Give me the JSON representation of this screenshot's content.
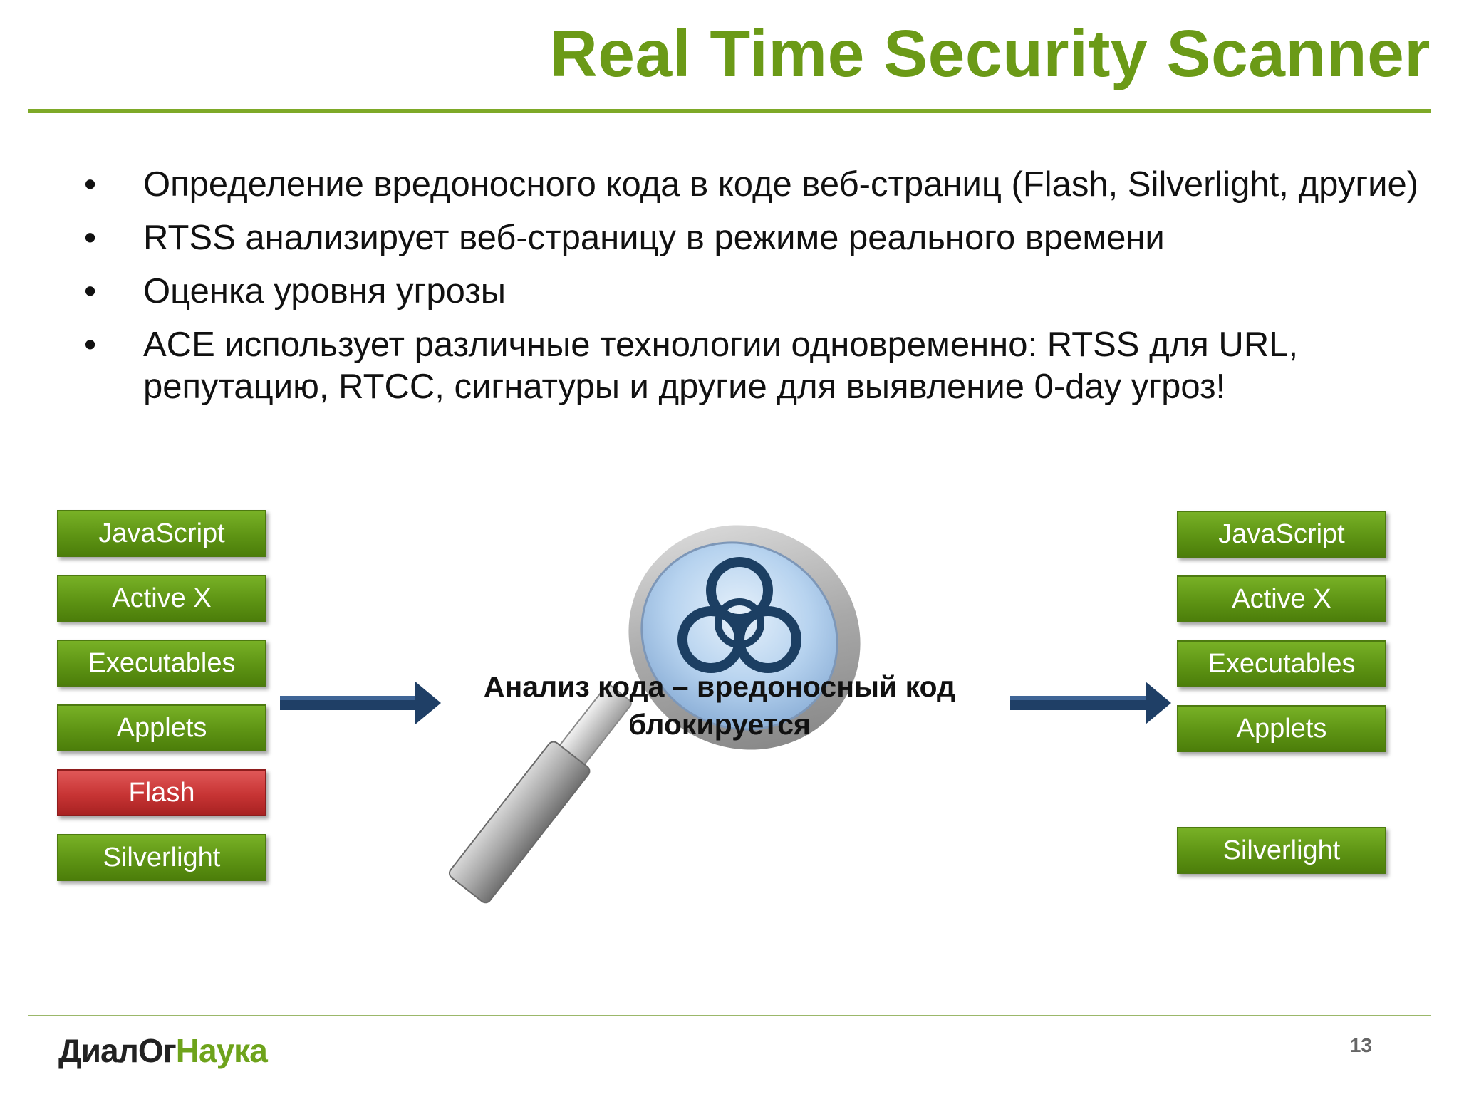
{
  "title": "Real Time Security Scanner",
  "bullets": [
    "Определение вредоносного кода в коде веб-страниц (Flash, Silverlight, другие)",
    "RTSS анализирует веб-страницу в режиме реального времени",
    "Оценка уровня угрозы",
    "ACE использует различные технологии одновременно: RTSS для URL, репутацию, RTCC, сигнатуры и другие для выявление 0-day угроз!"
  ],
  "bullet_symbol": "•",
  "left_items": [
    "JavaScript",
    "Active X",
    "Executables",
    "Applets",
    "Flash",
    "Silverlight"
  ],
  "right_items": [
    "JavaScript",
    "Active X",
    "Executables",
    "Applets",
    "Silverlight"
  ],
  "blocked_item": "Flash",
  "center_text": "Анализ кода – вредоносный код блокируется",
  "logo": {
    "part_a": "ДиалОг",
    "part_b": "Наука"
  },
  "page_number": "13",
  "colors": {
    "title": "#6b9a17",
    "tag_green": "#5e9414",
    "tag_red": "#c73434",
    "arrow": "#1f3f66"
  },
  "icons": [
    "arrow-right-icon",
    "magnifier-biohazard-icon"
  ]
}
